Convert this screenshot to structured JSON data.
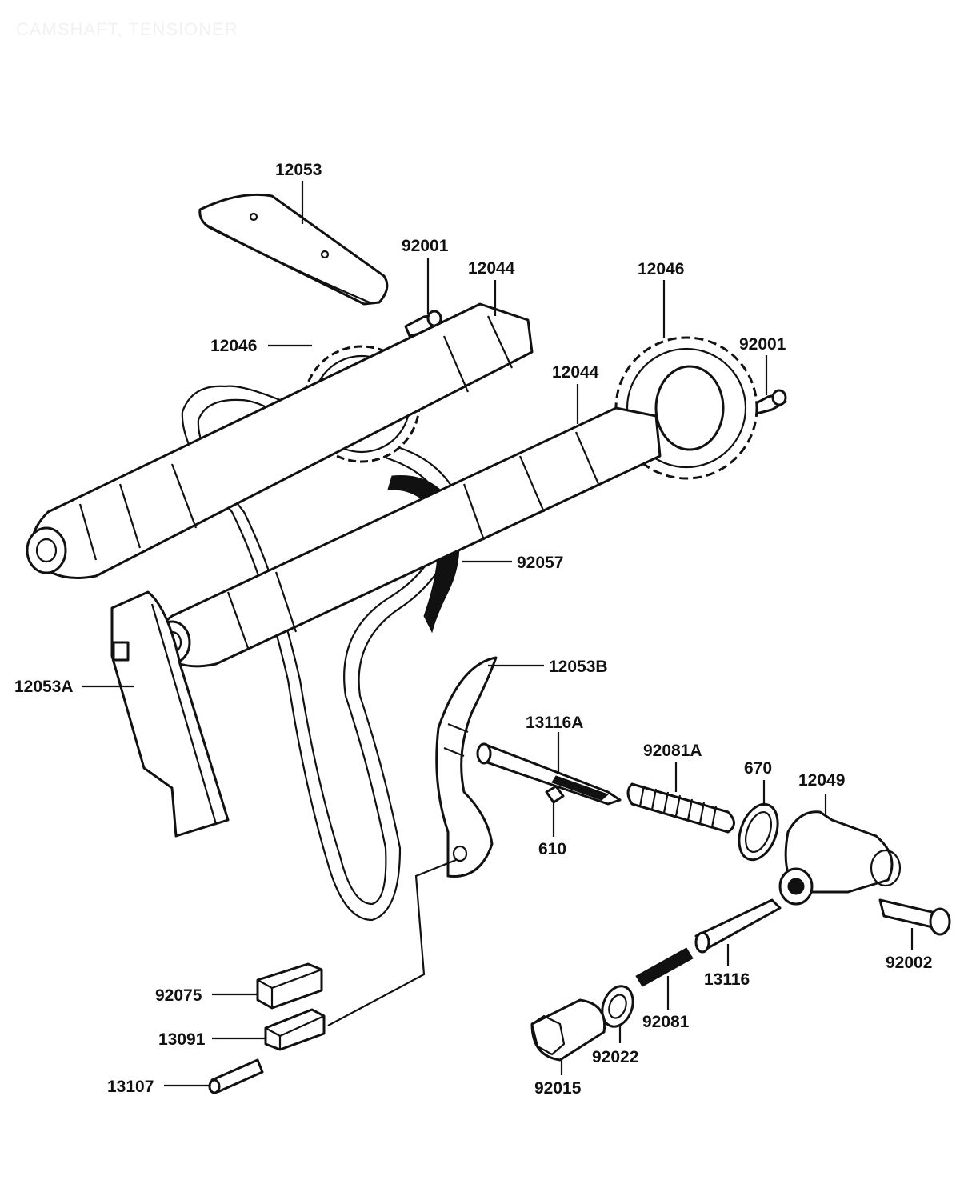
{
  "header": {
    "title": "CAMSHAFT, TENSIONER"
  },
  "labels": {
    "p12053": "12053",
    "p92001a": "92001",
    "p12044a": "12044",
    "p12046a": "12046",
    "p12046b": "12046",
    "p92001b": "92001",
    "p12044b": "12044",
    "p92057": "92057",
    "p12053a": "12053A",
    "p12053b": "12053B",
    "p13116a": "13116A",
    "p92081a": "92081A",
    "p670": "670",
    "p12049": "12049",
    "p610": "610",
    "p92002": "92002",
    "p13116": "13116",
    "p92081": "92081",
    "p92022": "92022",
    "p92015": "92015",
    "p92075": "92075",
    "p13091": "13091",
    "p13107": "13107"
  }
}
